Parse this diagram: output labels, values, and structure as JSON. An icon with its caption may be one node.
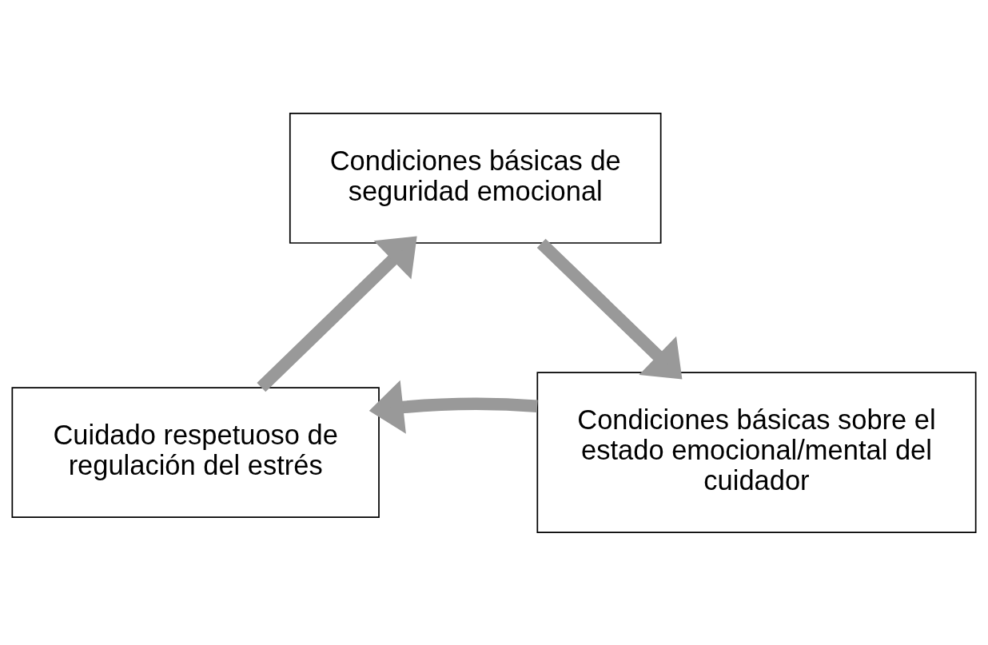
{
  "diagram": {
    "nodes": [
      {
        "text": [
          "Condiciones básicas de seguridad emocional"
        ]
      },
      {
        "text": [
          "Condiciones básicas sobre el estado emocional/mental del cuidador"
        ]
      },
      {
        "text": [
          "Cuidado respetuoso de regulación del estrés"
        ]
      }
    ],
    "edges": [
      {
        "from": 0,
        "to": 1,
        "arrow": "to"
      },
      {
        "from": 1,
        "to": 2,
        "arrow": "to"
      },
      {
        "from": 2,
        "to": 0,
        "arrow": "to"
      }
    ]
  }
}
